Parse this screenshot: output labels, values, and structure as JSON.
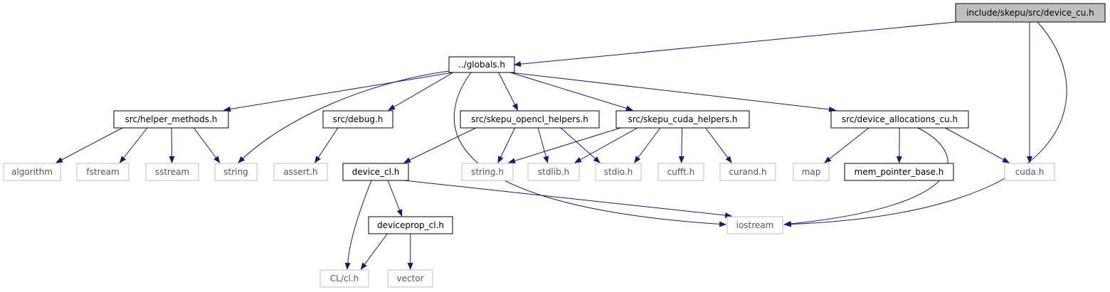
{
  "graph": {
    "nodes": [
      {
        "id": "root",
        "label": "include/skepu/src/device_cu.h",
        "kind": "current"
      },
      {
        "id": "globals",
        "label": "../globals.h",
        "kind": "documented"
      },
      {
        "id": "helper",
        "label": "src/helper_methods.h",
        "kind": "documented"
      },
      {
        "id": "debug",
        "label": "src/debug.h",
        "kind": "documented"
      },
      {
        "id": "opencl",
        "label": "src/skepu_opencl_helpers.h",
        "kind": "documented"
      },
      {
        "id": "cudah",
        "label": "src/skepu_cuda_helpers.h",
        "kind": "documented"
      },
      {
        "id": "devalloc",
        "label": "src/device_allocations_cu.h",
        "kind": "documented"
      },
      {
        "id": "algorithm",
        "label": "algorithm",
        "kind": "external"
      },
      {
        "id": "fstream",
        "label": "fstream",
        "kind": "external"
      },
      {
        "id": "sstream",
        "label": "sstream",
        "kind": "external"
      },
      {
        "id": "string",
        "label": "string",
        "kind": "external"
      },
      {
        "id": "assert",
        "label": "assert.h",
        "kind": "external"
      },
      {
        "id": "devicecl",
        "label": "device_cl.h",
        "kind": "documented"
      },
      {
        "id": "stringh",
        "label": "string.h",
        "kind": "external"
      },
      {
        "id": "stdlib",
        "label": "stdlib.h",
        "kind": "external"
      },
      {
        "id": "stdio",
        "label": "stdio.h",
        "kind": "external"
      },
      {
        "id": "cufft",
        "label": "cufft.h",
        "kind": "external"
      },
      {
        "id": "curand",
        "label": "curand.h",
        "kind": "external"
      },
      {
        "id": "map",
        "label": "map",
        "kind": "external"
      },
      {
        "id": "mempointer",
        "label": "mem_pointer_base.h",
        "kind": "documented"
      },
      {
        "id": "cuda",
        "label": "cuda.h",
        "kind": "external"
      },
      {
        "id": "iostream",
        "label": "iostream",
        "kind": "external"
      },
      {
        "id": "deviceprop",
        "label": "deviceprop_cl.h",
        "kind": "documented"
      },
      {
        "id": "clh",
        "label": "CL/cl.h",
        "kind": "external"
      },
      {
        "id": "vector",
        "label": "vector",
        "kind": "external"
      }
    ],
    "edges": [
      {
        "from": "root",
        "to": "globals"
      },
      {
        "from": "root",
        "to": "cuda"
      },
      {
        "from": "root",
        "to": "iostream"
      },
      {
        "from": "globals",
        "to": "helper"
      },
      {
        "from": "globals",
        "to": "string"
      },
      {
        "from": "globals",
        "to": "debug"
      },
      {
        "from": "globals",
        "to": "iostream"
      },
      {
        "from": "globals",
        "to": "opencl"
      },
      {
        "from": "globals",
        "to": "cudah"
      },
      {
        "from": "globals",
        "to": "devalloc"
      },
      {
        "from": "helper",
        "to": "algorithm"
      },
      {
        "from": "helper",
        "to": "fstream"
      },
      {
        "from": "helper",
        "to": "sstream"
      },
      {
        "from": "helper",
        "to": "string"
      },
      {
        "from": "debug",
        "to": "assert"
      },
      {
        "from": "opencl",
        "to": "devicecl"
      },
      {
        "from": "opencl",
        "to": "stringh"
      },
      {
        "from": "opencl",
        "to": "stdlib"
      },
      {
        "from": "opencl",
        "to": "stdio"
      },
      {
        "from": "cudah",
        "to": "stringh"
      },
      {
        "from": "cudah",
        "to": "stdlib"
      },
      {
        "from": "cudah",
        "to": "stdio"
      },
      {
        "from": "cudah",
        "to": "cufft"
      },
      {
        "from": "cudah",
        "to": "curand"
      },
      {
        "from": "devalloc",
        "to": "map"
      },
      {
        "from": "devalloc",
        "to": "mempointer"
      },
      {
        "from": "devalloc",
        "to": "cuda"
      },
      {
        "from": "devalloc",
        "to": "iostream"
      },
      {
        "from": "devicecl",
        "to": "clh"
      },
      {
        "from": "devicecl",
        "to": "deviceprop"
      },
      {
        "from": "devicecl",
        "to": "iostream"
      },
      {
        "from": "deviceprop",
        "to": "clh"
      },
      {
        "from": "deviceprop",
        "to": "vector"
      }
    ]
  },
  "colors": {
    "edge": "#191970",
    "documented_border": "#000000",
    "external_border": "#bfbfbf",
    "external_text": "#555555",
    "current_fill": "#bfbfbf",
    "text": "#000000"
  }
}
